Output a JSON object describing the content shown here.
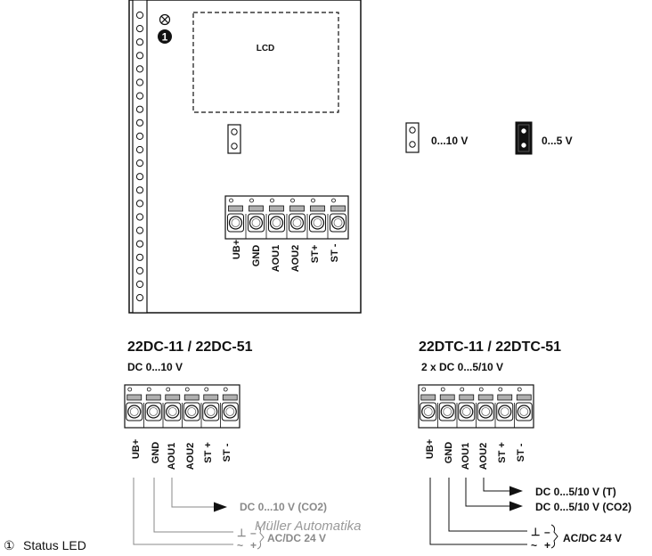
{
  "board": {
    "lcd_label": "LCD",
    "led_marker": "1",
    "terminals": [
      "UB+",
      "GND",
      "AOU1",
      "AOU2",
      "ST+",
      "ST -"
    ]
  },
  "jumpers": [
    {
      "label": "0...10 V",
      "state": "open"
    },
    {
      "label": "0...5 V",
      "state": "closed"
    }
  ],
  "left_diagram": {
    "title": "22DC-11 / 22DC-51",
    "subtitle": "DC 0...10 V",
    "terminals": [
      "UB+",
      "GND",
      "AOU1",
      "AOU2",
      "ST +",
      "ST -"
    ],
    "output_label": "DC 0...10 V (CO2)",
    "ground_symbol": "⊥",
    "minus": "–",
    "ac_symbol": "~",
    "plus": "+",
    "supply_label": "AC/DC 24 V"
  },
  "right_diagram": {
    "title": "22DTC-11 / 22DTC-51",
    "subtitle": "2 x DC 0...5/10 V",
    "terminals": [
      "UB+",
      "GND",
      "AOU1",
      "AOU2",
      "ST +",
      "ST -"
    ],
    "output_label_1": "DC 0...5/10 V (T)",
    "output_label_2": "DC 0...5/10 V (CO2)",
    "ground_symbol": "⊥",
    "minus": "–",
    "ac_symbol": "~",
    "plus": "+",
    "supply_label": "AC/DC 24 V"
  },
  "watermark": "Müller Automatika",
  "legend": {
    "marker": "①",
    "text": "Status LED"
  }
}
